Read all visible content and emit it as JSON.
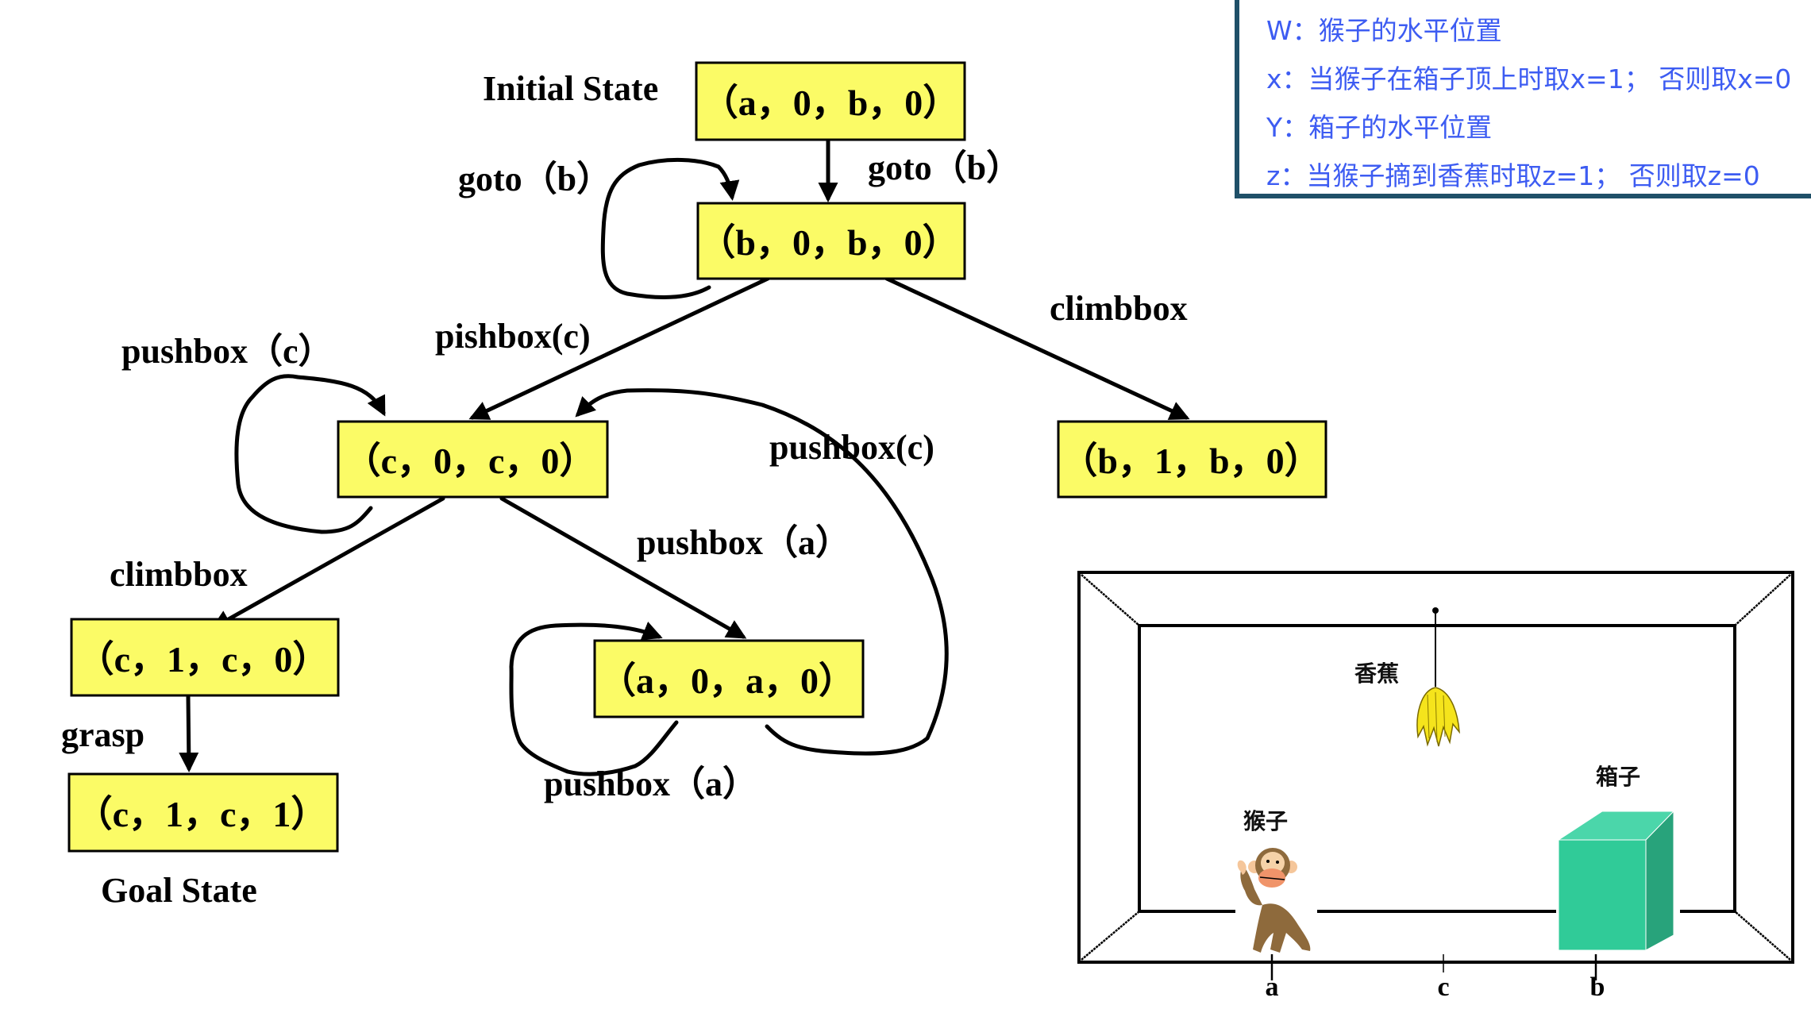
{
  "legend": {
    "lines": [
      "W：猴子的水平位置",
      "x：当猴子在箱子顶上时取x=1； 否则取x=0",
      "Y：箱子的水平位置",
      "z：当猴子摘到香蕉时取z=1； 否则取z=0"
    ]
  },
  "diagram": {
    "initial_label": "Initial State",
    "goal_label": "Goal State",
    "states": {
      "s_a0b0": "（a，0，b，0）",
      "s_b0b0": "（b，0，b，0）",
      "s_c0c0": "（c，0，c，0）",
      "s_b1b0": "（b，1，b，0）",
      "s_c1c0": "（c，1，c，0）",
      "s_c1c1": "（c，1，c，1）",
      "s_a0a0": "（a，0，a，0）"
    },
    "edges": {
      "goto_main": "goto（b）",
      "goto_loop": "goto（b）",
      "pishbox_c": "pishbox(c)",
      "pushbox_c_loop": "pushbox（c）",
      "climbbox_right": "climbbox",
      "pushbox_c_back": "pushbox(c)",
      "climbbox_left": "climbbox",
      "pushbox_a": "pushbox（a）",
      "grasp": "grasp",
      "pushbox_a_loop": "pushbox（a）"
    }
  },
  "room": {
    "banana_label": "香蕉",
    "box_label": "箱子",
    "monkey_label": "猴子",
    "positions": [
      "a",
      "c",
      "b"
    ]
  },
  "colors": {
    "state_fill": "#fbfb66",
    "legend_text": "#3d5cf2",
    "legend_border": "#1f5068",
    "box_front": "#30cb98",
    "box_top": "#4bd6aa",
    "box_side": "#28a37b",
    "banana": "#f5e41c"
  }
}
